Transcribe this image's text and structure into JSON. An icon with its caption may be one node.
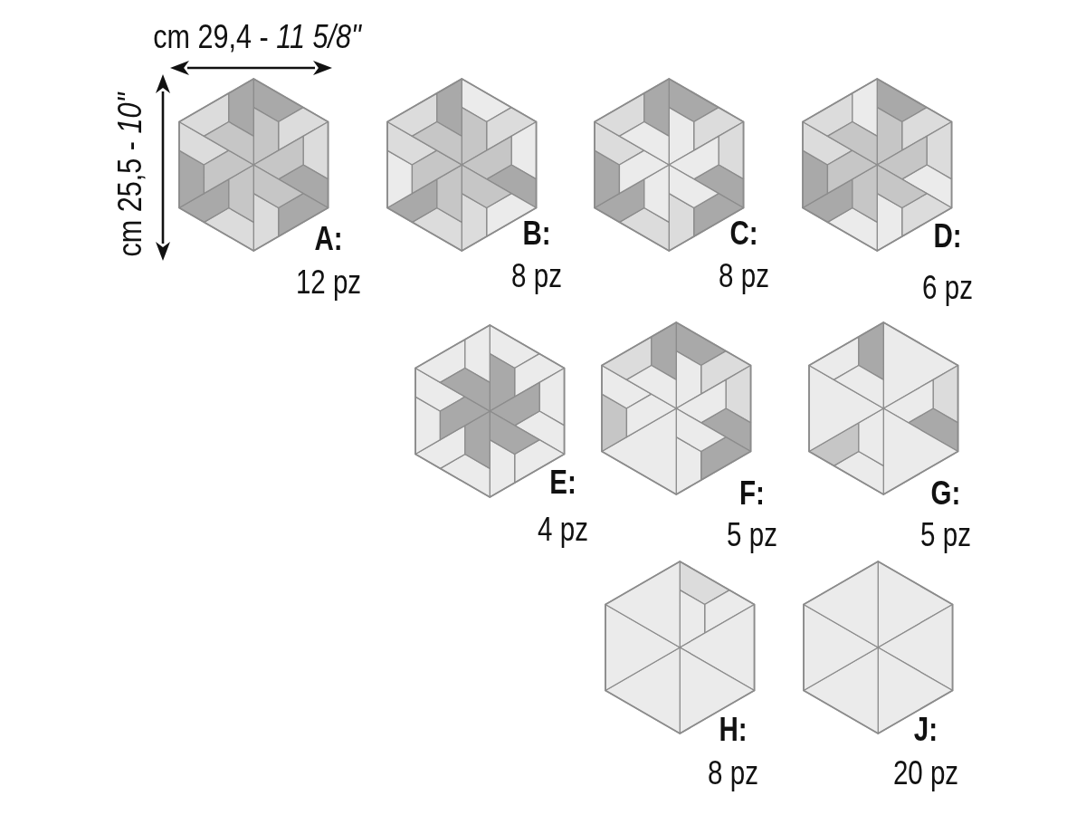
{
  "diagram": {
    "nodes": [
      {
        "text": [],
        "shape": "hexagon",
        "beside": [
          "A:",
          "12 pz"
        ]
      },
      {
        "text": [],
        "shape": "hexagon",
        "beside": [
          "B:",
          "8 pz"
        ]
      },
      {
        "text": [],
        "shape": "hexagon",
        "beside": [
          "C:",
          "8 pz"
        ]
      },
      {
        "text": [],
        "shape": "hexagon",
        "beside": [
          "D:",
          "6 pz"
        ]
      },
      {
        "text": [],
        "shape": "hexagon",
        "beside": [
          "E:",
          "4 pz"
        ]
      },
      {
        "text": [],
        "shape": "hexagon",
        "beside": [
          "F:",
          "5 pz"
        ]
      },
      {
        "text": [],
        "shape": "hexagon",
        "beside": [
          "G:",
          "5 pz"
        ]
      },
      {
        "text": [],
        "shape": "hexagon",
        "beside": [
          "H:",
          "8 pz"
        ]
      },
      {
        "text": [],
        "shape": "hexagon",
        "beside": [
          "J:",
          "20 pz"
        ]
      }
    ],
    "labels": [
      "cm 29,4 - *11 5/8\"*",
      "cm 25,5 - *10\"*"
    ]
  }
}
